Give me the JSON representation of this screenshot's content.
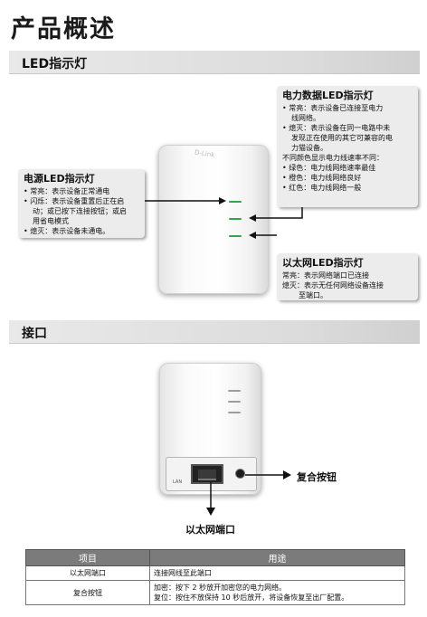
{
  "title": "产品概述",
  "sections": {
    "led": "LED指示灯",
    "ports": "接口"
  },
  "callouts": {
    "power": {
      "title": "电源LED指示灯",
      "lines": [
        "• 常亮：表示设备正常通电",
        "• 闪烁：表示设备重置后正在启",
        "动；或已按下连接按钮；或启",
        "用省电模式",
        "• 熄灭：表示设备未通电。"
      ]
    },
    "plc": {
      "title": "电力数据LED指示灯",
      "lines": [
        "• 常亮：表示设备已连接至电力",
        "线网络。",
        "• 熄灭：表示设备在同一电路中未",
        "发现正在使用的其它可兼容的电",
        "力猫设备。",
        "不同颜色显示电力线速率不同：",
        "• 绿色：电力线网络速率最佳",
        "• 橙色：电力线网络良好",
        "• 红色：电力线网络一般"
      ]
    },
    "ethernet": {
      "title": "以太网LED指示灯",
      "lines": [
        "常亮：表示网络端口已连接",
        "熄灭：表示无任何网络设备连接",
        "至端口。"
      ]
    }
  },
  "device": {
    "brand": "D-Link",
    "lan_label": "LAN"
  },
  "port_labels": {
    "reset": "复合按钮",
    "ethernet": "以太网端口"
  },
  "table": {
    "headers": [
      "项目",
      "用途"
    ],
    "rows": [
      {
        "item": "以太网端口",
        "use": [
          "连接网线至此端口"
        ]
      },
      {
        "item": "复合按钮",
        "use": [
          "加密：按下 2 秒放开加密您的电力网络。",
          "复位：按住不放保持 10 秒后放开，将设备恢复至出厂配置。"
        ]
      }
    ]
  },
  "colors": {
    "led_green": "#2fa64a",
    "header_grey": "#7b7b7b",
    "callout_bg": "#ececec"
  }
}
